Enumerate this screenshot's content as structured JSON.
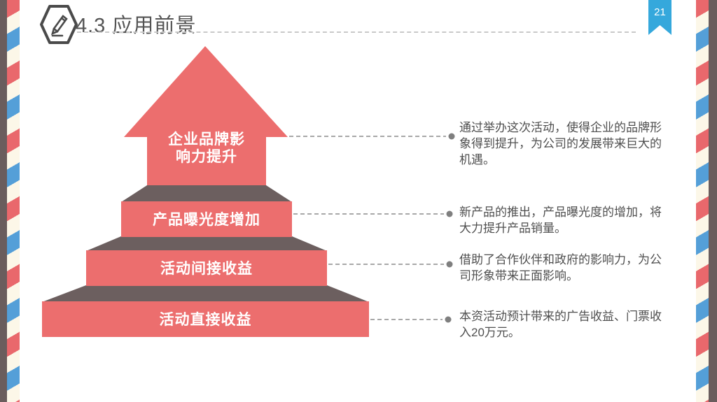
{
  "header": {
    "title": "4.3 应用前景",
    "page_number": "21",
    "icon": "pencil-hexagon-icon"
  },
  "pyramid": {
    "tiers": [
      {
        "label_line1": "企业品牌影",
        "label_line2": "响力提升",
        "desc": "通过举办这次活动，使得企业的品牌形象得到提升，为公司的发展带来巨大的机遇。"
      },
      {
        "label": "产品曝光度增加",
        "desc": "新产品的推出，产品曝光度的增加，将大力提升产品销量。"
      },
      {
        "label": "活动间接收益",
        "desc": "借助了合作伙伴和政府的影响力，为公司形象带来正面影响。"
      },
      {
        "label": "活动直接收益",
        "desc": "本资活动预计带来的广告收益、门票收入20万元。"
      }
    ]
  },
  "colors": {
    "pyramid_red": "#EC6E6E",
    "pyramid_dark": "#6C5F5F",
    "badge_blue": "#35A8DC",
    "stripe_red": "#E9686C",
    "stripe_blue": "#549FD8",
    "stripe_cream": "#FCF7E8",
    "edge_dark": "#6A5D5D",
    "title_gray": "#545454",
    "body_text_gray": "#4F4F4F",
    "connector_gray": "#8C8C8C"
  }
}
